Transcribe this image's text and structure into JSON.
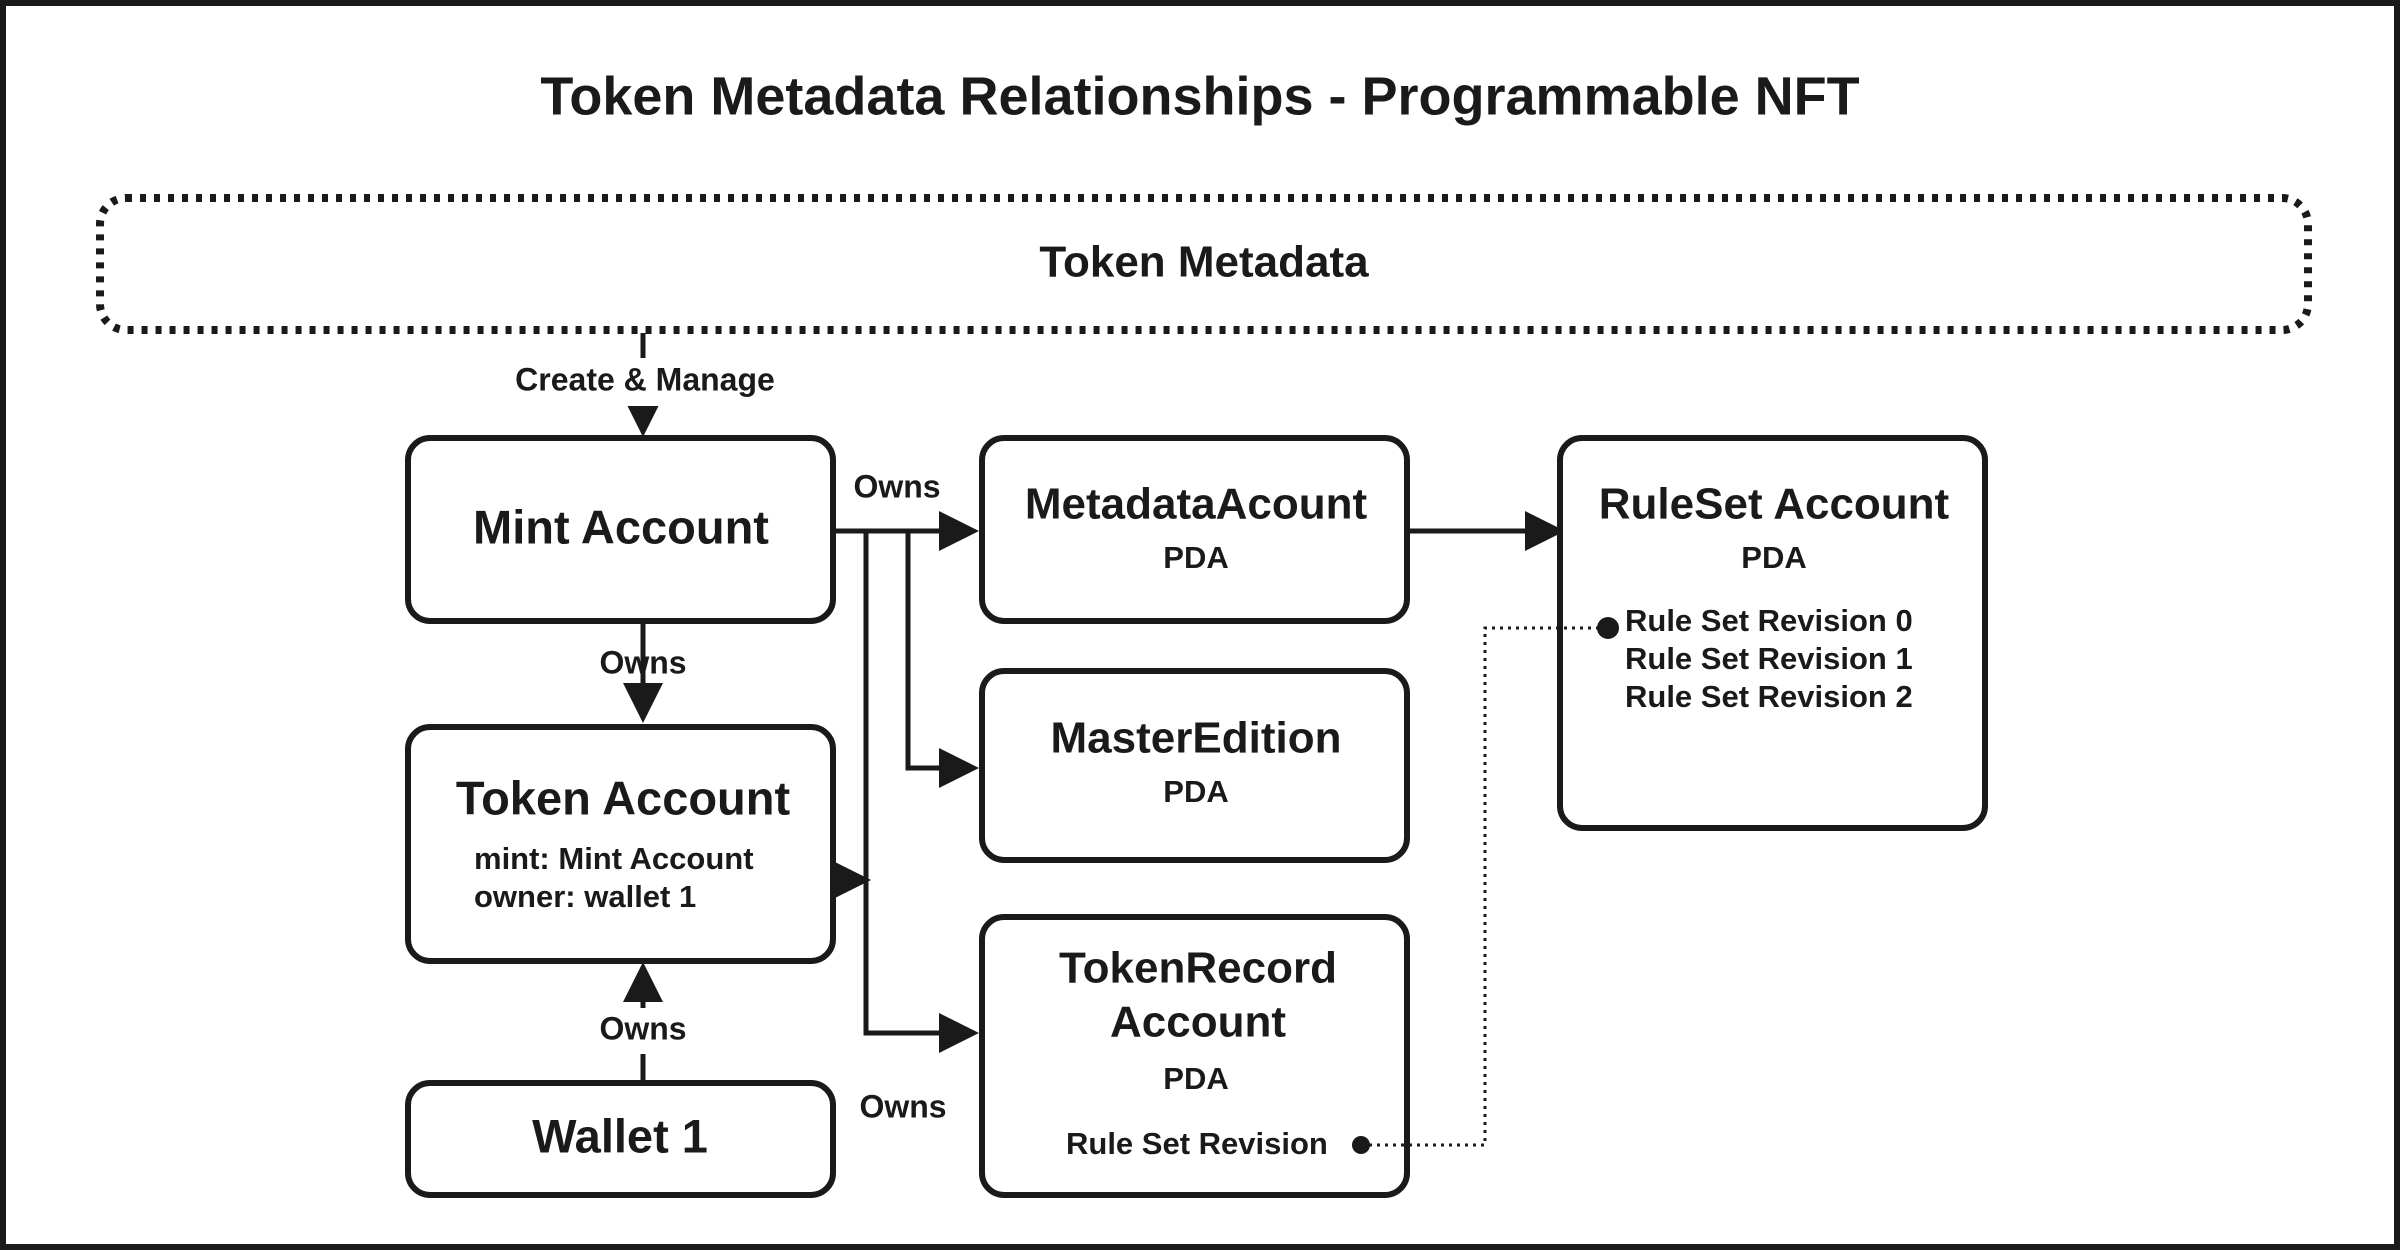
{
  "title": "Token Metadata Relationships - Programmable NFT",
  "program": {
    "label": "Token Metadata"
  },
  "edges": {
    "create_manage": "Create & Manage",
    "owns_mint_to_accounts": "Owns",
    "owns_mint_to_token": "Owns",
    "owns_wallet_to_token": "Owns",
    "owns_token_to_record": "Owns"
  },
  "nodes": {
    "mint": {
      "title": "Mint Account"
    },
    "token": {
      "title": "Token Account",
      "line1": "mint: Mint Account",
      "line2": "owner: wallet 1"
    },
    "wallet": {
      "title": "Wallet 1"
    },
    "metadata": {
      "title": "MetadataAcount",
      "sub": "PDA"
    },
    "master": {
      "title": "MasterEdition",
      "sub": "PDA"
    },
    "record": {
      "title_line1": "TokenRecord",
      "title_line2": "Account",
      "sub": "PDA",
      "field": "Rule Set Revision"
    },
    "ruleset": {
      "title": "RuleSet Account",
      "sub": "PDA",
      "revisions": [
        "Rule Set Revision 0",
        "Rule Set Revision 1",
        "Rule Set Revision 2"
      ]
    }
  }
}
